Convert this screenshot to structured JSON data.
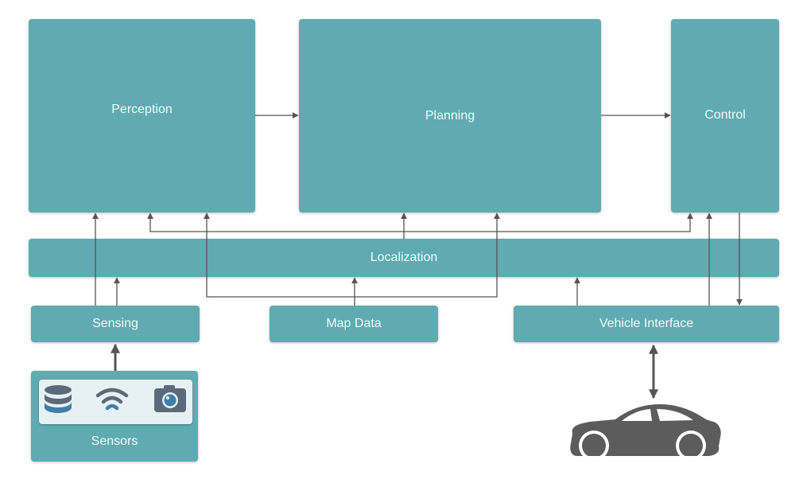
{
  "blocks": {
    "perception": "Perception",
    "planning": "Planning",
    "control": "Control",
    "localization": "Localization",
    "sensing": "Sensing",
    "map_data": "Map Data",
    "vehicle_interface": "Vehicle Interface",
    "sensors": "Sensors"
  },
  "icons": [
    "database-icon",
    "wifi-icon",
    "camera-icon",
    "car-icon"
  ],
  "colors": {
    "block": "#5fabb1",
    "wire": "#555555",
    "icon": "#5a6a7a",
    "car": "#5c5c5c"
  }
}
